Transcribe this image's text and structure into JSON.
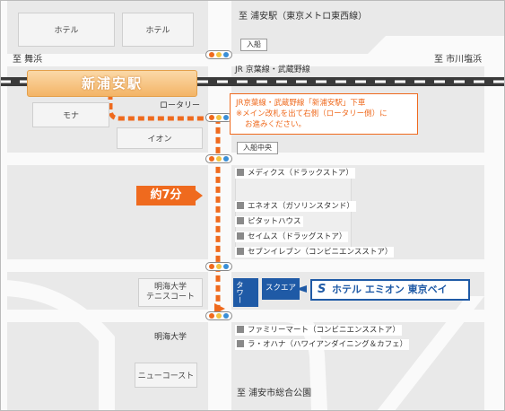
{
  "directions": {
    "north": "至 浦安駅（東京メトロ東西線）",
    "west": "至 舞浜",
    "east": "至 市川塩浜",
    "south": "至 浦安市総合公園"
  },
  "rail_line": "JR 京葉線・武蔵野線",
  "station": "新浦安駅",
  "rotary": "ロータリー",
  "intersections": {
    "north": "入船",
    "middle": "入船中央"
  },
  "buildings": {
    "hotel_1": "ホテル",
    "hotel_2": "ホテル",
    "mona": "モナ",
    "aeon": "イオン",
    "meikai_court": "明海大学\nテニスコート",
    "meikai_univ": "明海大学",
    "new_coast": "ニューコースト"
  },
  "note": {
    "line1": "JR京葉線・武蔵野線「新浦安駅」下車",
    "line2": "※メイン改札を出て右側（ロータリー側）に",
    "line3": "お進みください。"
  },
  "walk_time": "約7分",
  "shops_east": [
    "メディクス（ドラックストア）",
    "エネオス（ガソリンスタンド）",
    "ピタットハウス",
    "セイムス（ドラッグストア）",
    "セブンイレブン（コンビニエンスストア）"
  ],
  "shops_south": [
    "ファミリーマート（コンビニエンスストア）",
    "ラ・オハナ（ハワイアンダイニング＆カフェ）"
  ],
  "hotel": {
    "tower": "タワー",
    "square": "スクエア",
    "name": "ホテル エミオン 東京ベイ",
    "logo": "S"
  },
  "colors": {
    "route": "#ef6a1e",
    "hotel_blue": "#1f5aa6",
    "station": "#f6c27a"
  }
}
